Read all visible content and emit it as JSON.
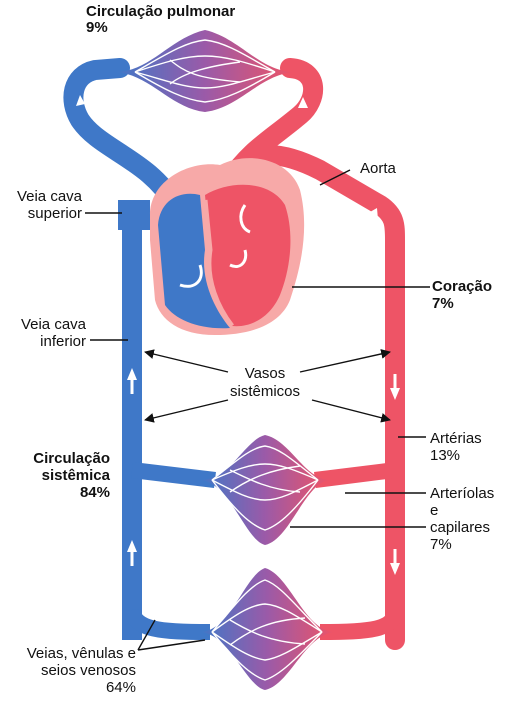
{
  "labels": {
    "pulmonary_title": "Circulação pulmonar",
    "pulmonary_pct": "9%",
    "aorta": "Aorta",
    "vc_sup_1": "Veia cava",
    "vc_sup_2": "superior",
    "heart_1": "Coração",
    "heart_2": "7%",
    "vc_inf_1": "Veia cava",
    "vc_inf_2": "inferior",
    "vessels_1": "Vasos",
    "vessels_2": "sistêmicos",
    "arteries_1": "Artérias",
    "arteries_2": "13%",
    "systemic_1": "Circulação",
    "systemic_2": "sistêmica",
    "systemic_3": "84%",
    "arterioles_1": "Arteríolas",
    "arterioles_2": "e",
    "arterioles_3": "capilares",
    "arterioles_4": "7%",
    "veins_1": "Veias, vênulas e",
    "veins_2": "seios venosos",
    "veins_3": "64%"
  },
  "colors": {
    "venous": "#3f78c8",
    "arterial": "#ee5466",
    "capillary": "#9b5aa8",
    "heart_pink": "#f7a9a8",
    "text": "#111111"
  }
}
